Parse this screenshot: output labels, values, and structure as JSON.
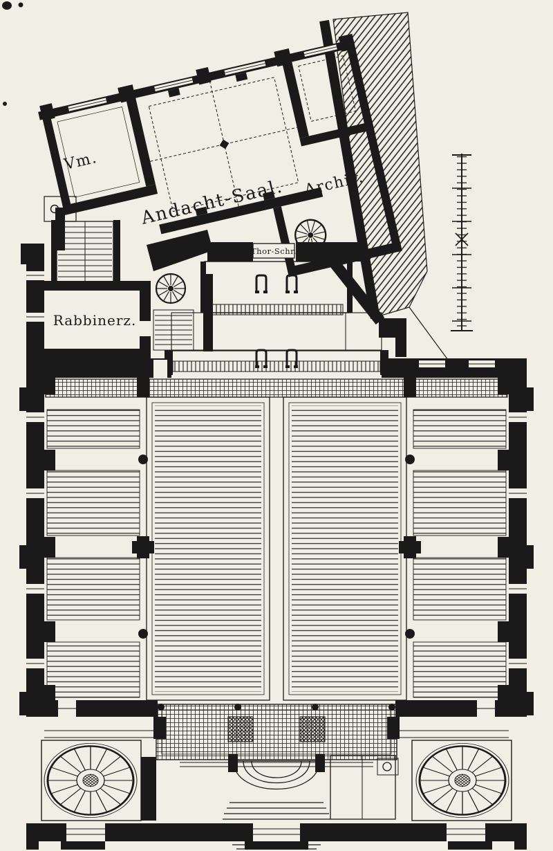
{
  "sheet": {
    "paper_color": "#f1eee5",
    "ink_color": "#1a1a1a"
  },
  "labels": {
    "vorraum": "Vm.",
    "andacht_saal": "Andacht-Saal.",
    "archiv": "Archiv.",
    "rabbinerzimmer": "Rabbinerz.",
    "thora_schrein": "Thor-Schr."
  }
}
